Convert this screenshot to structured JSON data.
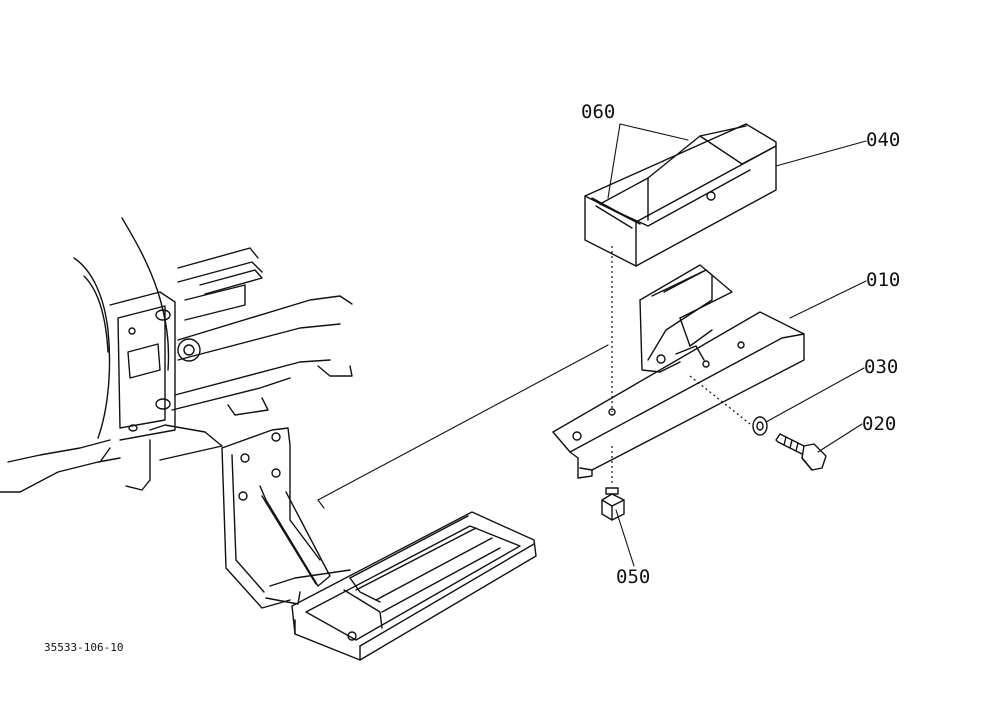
{
  "callouts": {
    "p060": "060",
    "p040": "040",
    "p010": "010",
    "p030": "030",
    "p020": "020",
    "p050": "050"
  },
  "drawing_code": "35533-106-10"
}
